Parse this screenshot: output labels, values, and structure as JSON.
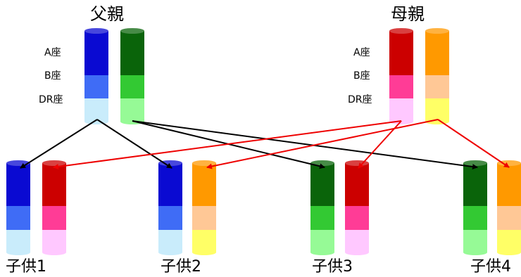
{
  "father": {
    "title": "父親",
    "loci": [
      "A座",
      "B座",
      "DR座"
    ],
    "chromosomes": [
      {
        "segments": [
          "#0a0ad2",
          "#3f6cf6",
          "#c9ecfb"
        ]
      },
      {
        "segments": [
          "#0a640a",
          "#33c933",
          "#96fa96"
        ]
      }
    ]
  },
  "mother": {
    "title": "母親",
    "loci": [
      "A座",
      "B座",
      "DR座"
    ],
    "chromosomes": [
      {
        "segments": [
          "#cc0000",
          "#ff3c96",
          "#ffc8ff"
        ]
      },
      {
        "segments": [
          "#ff9900",
          "#ffc896",
          "#ffff66"
        ]
      }
    ]
  },
  "children": [
    {
      "label": "子供1",
      "chromosomes": [
        {
          "segments": [
            "#0a0ad2",
            "#3f6cf6",
            "#c9ecfb"
          ]
        },
        {
          "segments": [
            "#cc0000",
            "#ff3c96",
            "#ffc8ff"
          ]
        }
      ]
    },
    {
      "label": "子供2",
      "chromosomes": [
        {
          "segments": [
            "#0a0ad2",
            "#3f6cf6",
            "#c9ecfb"
          ]
        },
        {
          "segments": [
            "#ff9900",
            "#ffc896",
            "#ffff66"
          ]
        }
      ]
    },
    {
      "label": "子供3",
      "chromosomes": [
        {
          "segments": [
            "#0a640a",
            "#33c933",
            "#96fa96"
          ]
        },
        {
          "segments": [
            "#cc0000",
            "#ff3c96",
            "#ffc8ff"
          ]
        }
      ]
    },
    {
      "label": "子供4",
      "chromosomes": [
        {
          "segments": [
            "#0a640a",
            "#33c933",
            "#96fa96"
          ]
        },
        {
          "segments": [
            "#ff9900",
            "#ffc896",
            "#ffff66"
          ]
        }
      ]
    }
  ],
  "colors": {
    "paternal_arrow": "#000000",
    "maternal_arrow": "#ee0000"
  }
}
